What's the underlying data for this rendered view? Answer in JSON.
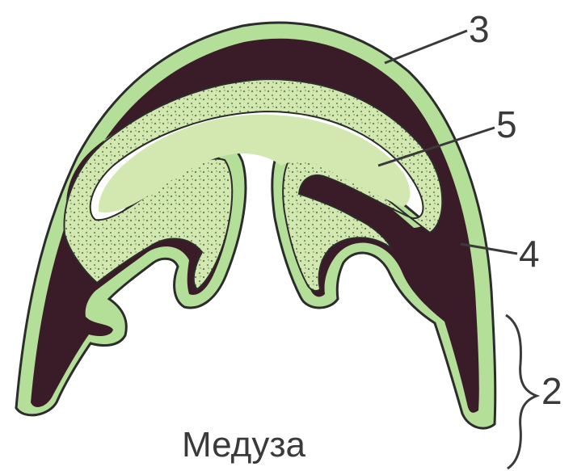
{
  "figure": {
    "caption": "Медуза",
    "labels": {
      "l3": "3",
      "l5": "5",
      "l4": "4",
      "l2": "2"
    }
  },
  "colors": {
    "ectoderm": "#b3df98",
    "mesoglea": "#3a1c28",
    "endoderm": "#d3e8b0",
    "stipple": "#5c7d4e",
    "outline": "#2c2c2c",
    "text": "#3a3a3a",
    "background": "#ffffff"
  }
}
